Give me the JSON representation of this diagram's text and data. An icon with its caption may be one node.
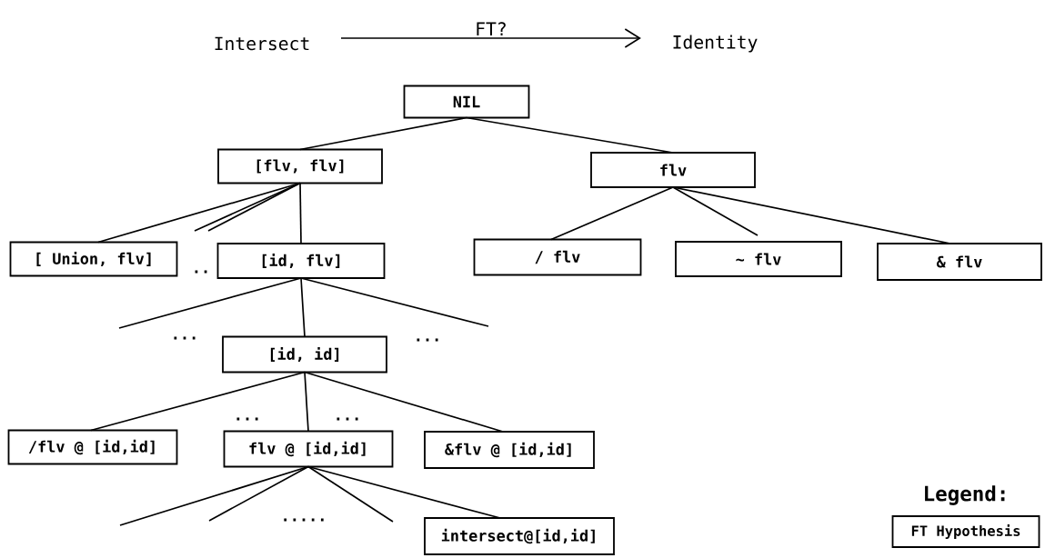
{
  "diagram": {
    "nodes": [
      {
        "text": [
          "Intersect"
        ]
      },
      {
        "text": [
          "Identity"
        ]
      },
      {
        "text": [
          "NIL"
        ]
      },
      {
        "text": [
          "[flv, flv]"
        ]
      },
      {
        "text": [
          "flv"
        ]
      },
      {
        "text": [
          "[ Union, flv]"
        ]
      },
      {
        "text": [
          "[id, flv]"
        ]
      },
      {
        "text": [
          "/ flv"
        ]
      },
      {
        "text": [
          "~ flv"
        ]
      },
      {
        "text": [
          "& flv"
        ]
      },
      {
        "text": [
          "[id, id]"
        ]
      },
      {
        "text": [
          "/flv @ [id,id]"
        ]
      },
      {
        "text": [
          "flv @ [id,id]"
        ]
      },
      {
        "text": [
          "&flv @ [id,id]"
        ]
      },
      {
        "text": [
          "intersect@[id,id]"
        ]
      }
    ],
    "edges": [
      {
        "from": 0,
        "to": 1,
        "arrow": "to",
        "label": "FT?"
      },
      {
        "from": 2,
        "to": 3,
        "arrow": "none"
      },
      {
        "from": 2,
        "to": 4,
        "arrow": "none"
      },
      {
        "from": 3,
        "to": 5,
        "arrow": "none"
      },
      {
        "from": 3,
        "to": null,
        "arrow": "none"
      },
      {
        "from": 3,
        "to": null,
        "arrow": "none"
      },
      {
        "from": 3,
        "to": 6,
        "arrow": "none"
      },
      {
        "from": 4,
        "to": 7,
        "arrow": "none"
      },
      {
        "from": 4,
        "to": 8,
        "arrow": "none"
      },
      {
        "from": 4,
        "to": 9,
        "arrow": "none"
      },
      {
        "from": 6,
        "to": null,
        "arrow": "none"
      },
      {
        "from": 6,
        "to": 10,
        "arrow": "none"
      },
      {
        "from": 6,
        "to": null,
        "arrow": "none"
      },
      {
        "from": 10,
        "to": 11,
        "arrow": "none"
      },
      {
        "from": 10,
        "to": 12,
        "arrow": "none"
      },
      {
        "from": 10,
        "to": 13,
        "arrow": "none"
      },
      {
        "from": 12,
        "to": null,
        "arrow": "none"
      },
      {
        "from": 12,
        "to": null,
        "arrow": "none"
      },
      {
        "from": 12,
        "to": null,
        "arrow": "none"
      },
      {
        "from": 12,
        "to": 14,
        "arrow": "none"
      }
    ],
    "labels": [
      "..",
      "...",
      "...",
      "...",
      "...",
      "Legend:",
      "....."
    ],
    "legend": [
      {
        "text": "FT Hypothesis"
      }
    ]
  }
}
